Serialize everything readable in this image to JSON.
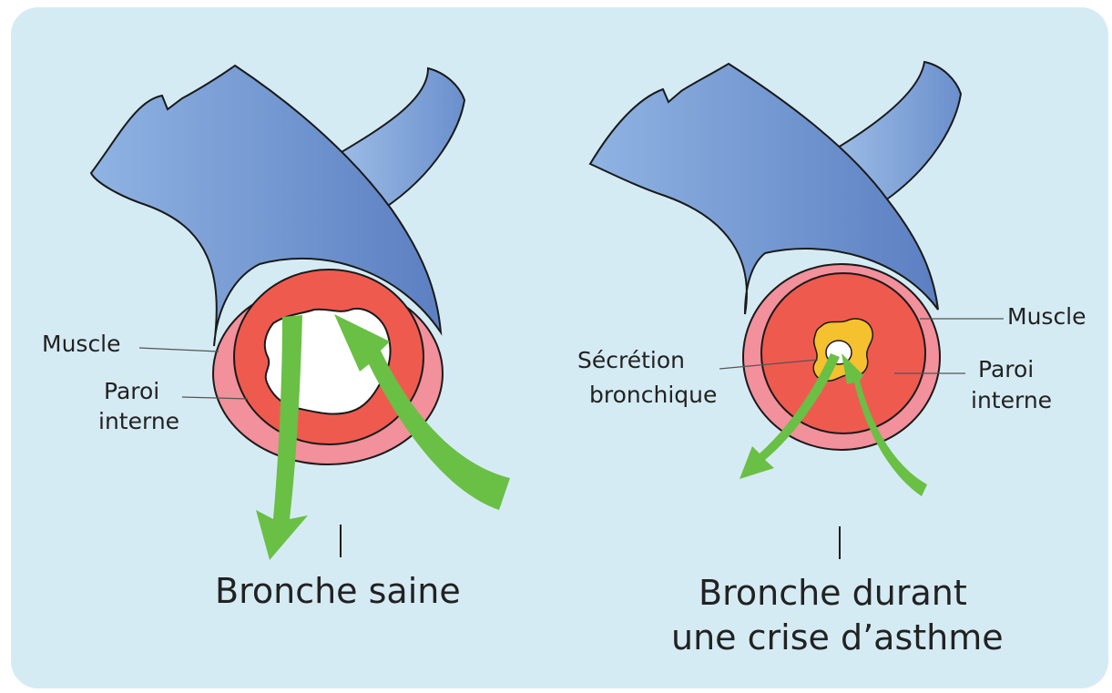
{
  "colors": {
    "background": "#d5ebf4",
    "bronchus_light": "#8fb3e2",
    "bronchus_dark": "#5b7fc1",
    "muscle": "#f2909b",
    "inner_wall": "#ef5a4f",
    "lumen": "#ffffff",
    "secretion": "#f6c12e",
    "airflow_arrow": "#6abf45",
    "outline": "#1a1a1a"
  },
  "healthy": {
    "muscle_label": "Muscle",
    "wall_label_line1": "Paroi",
    "wall_label_line2": "interne",
    "caption": "Bronche saine"
  },
  "asthma": {
    "secretion_label_line1": "Sécrétion",
    "secretion_label_line2": "bronchique",
    "muscle_label": "Muscle",
    "wall_label_line1": "Paroi",
    "wall_label_line2": "interne",
    "caption_line1": "Bronche durant",
    "caption_line2": "une crise d’asthme"
  }
}
